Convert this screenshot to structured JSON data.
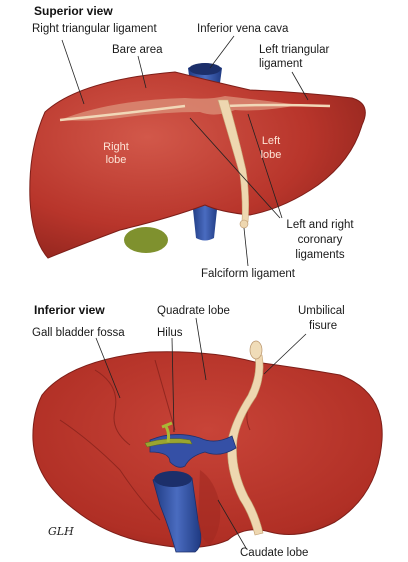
{
  "superior": {
    "heading": "Superior view",
    "labels": {
      "right_triangular": "Right triangular ligament",
      "ivc": "Inferior vena cava",
      "bare_area": "Bare area",
      "left_triangular_1": "Left triangular",
      "left_triangular_2": "ligament",
      "right_lobe_1": "Right",
      "right_lobe_2": "lobe",
      "left_lobe_1": "Left",
      "left_lobe_2": "lobe",
      "coronary_1": "Left and right",
      "coronary_2": "coronary",
      "coronary_3": "ligaments",
      "falciform": "Falciform ligament"
    }
  },
  "inferior": {
    "heading": "Inferior view",
    "labels": {
      "quadrate": "Quadrate lobe",
      "umbilical_1": "Umbilical",
      "umbilical_2": "fisure",
      "gallbladder": "Gall bladder fossa",
      "hilus": "Hilus",
      "caudate": "Caudate lobe"
    }
  },
  "signature": "GLH",
  "colors": {
    "liver": "#b8352b",
    "liver_dark": "#8e241d",
    "liver_light": "#d0584a",
    "ligament": "#ecd5ad",
    "vein": "#2f4fa0",
    "gallbladder": "#7a8c2a"
  }
}
